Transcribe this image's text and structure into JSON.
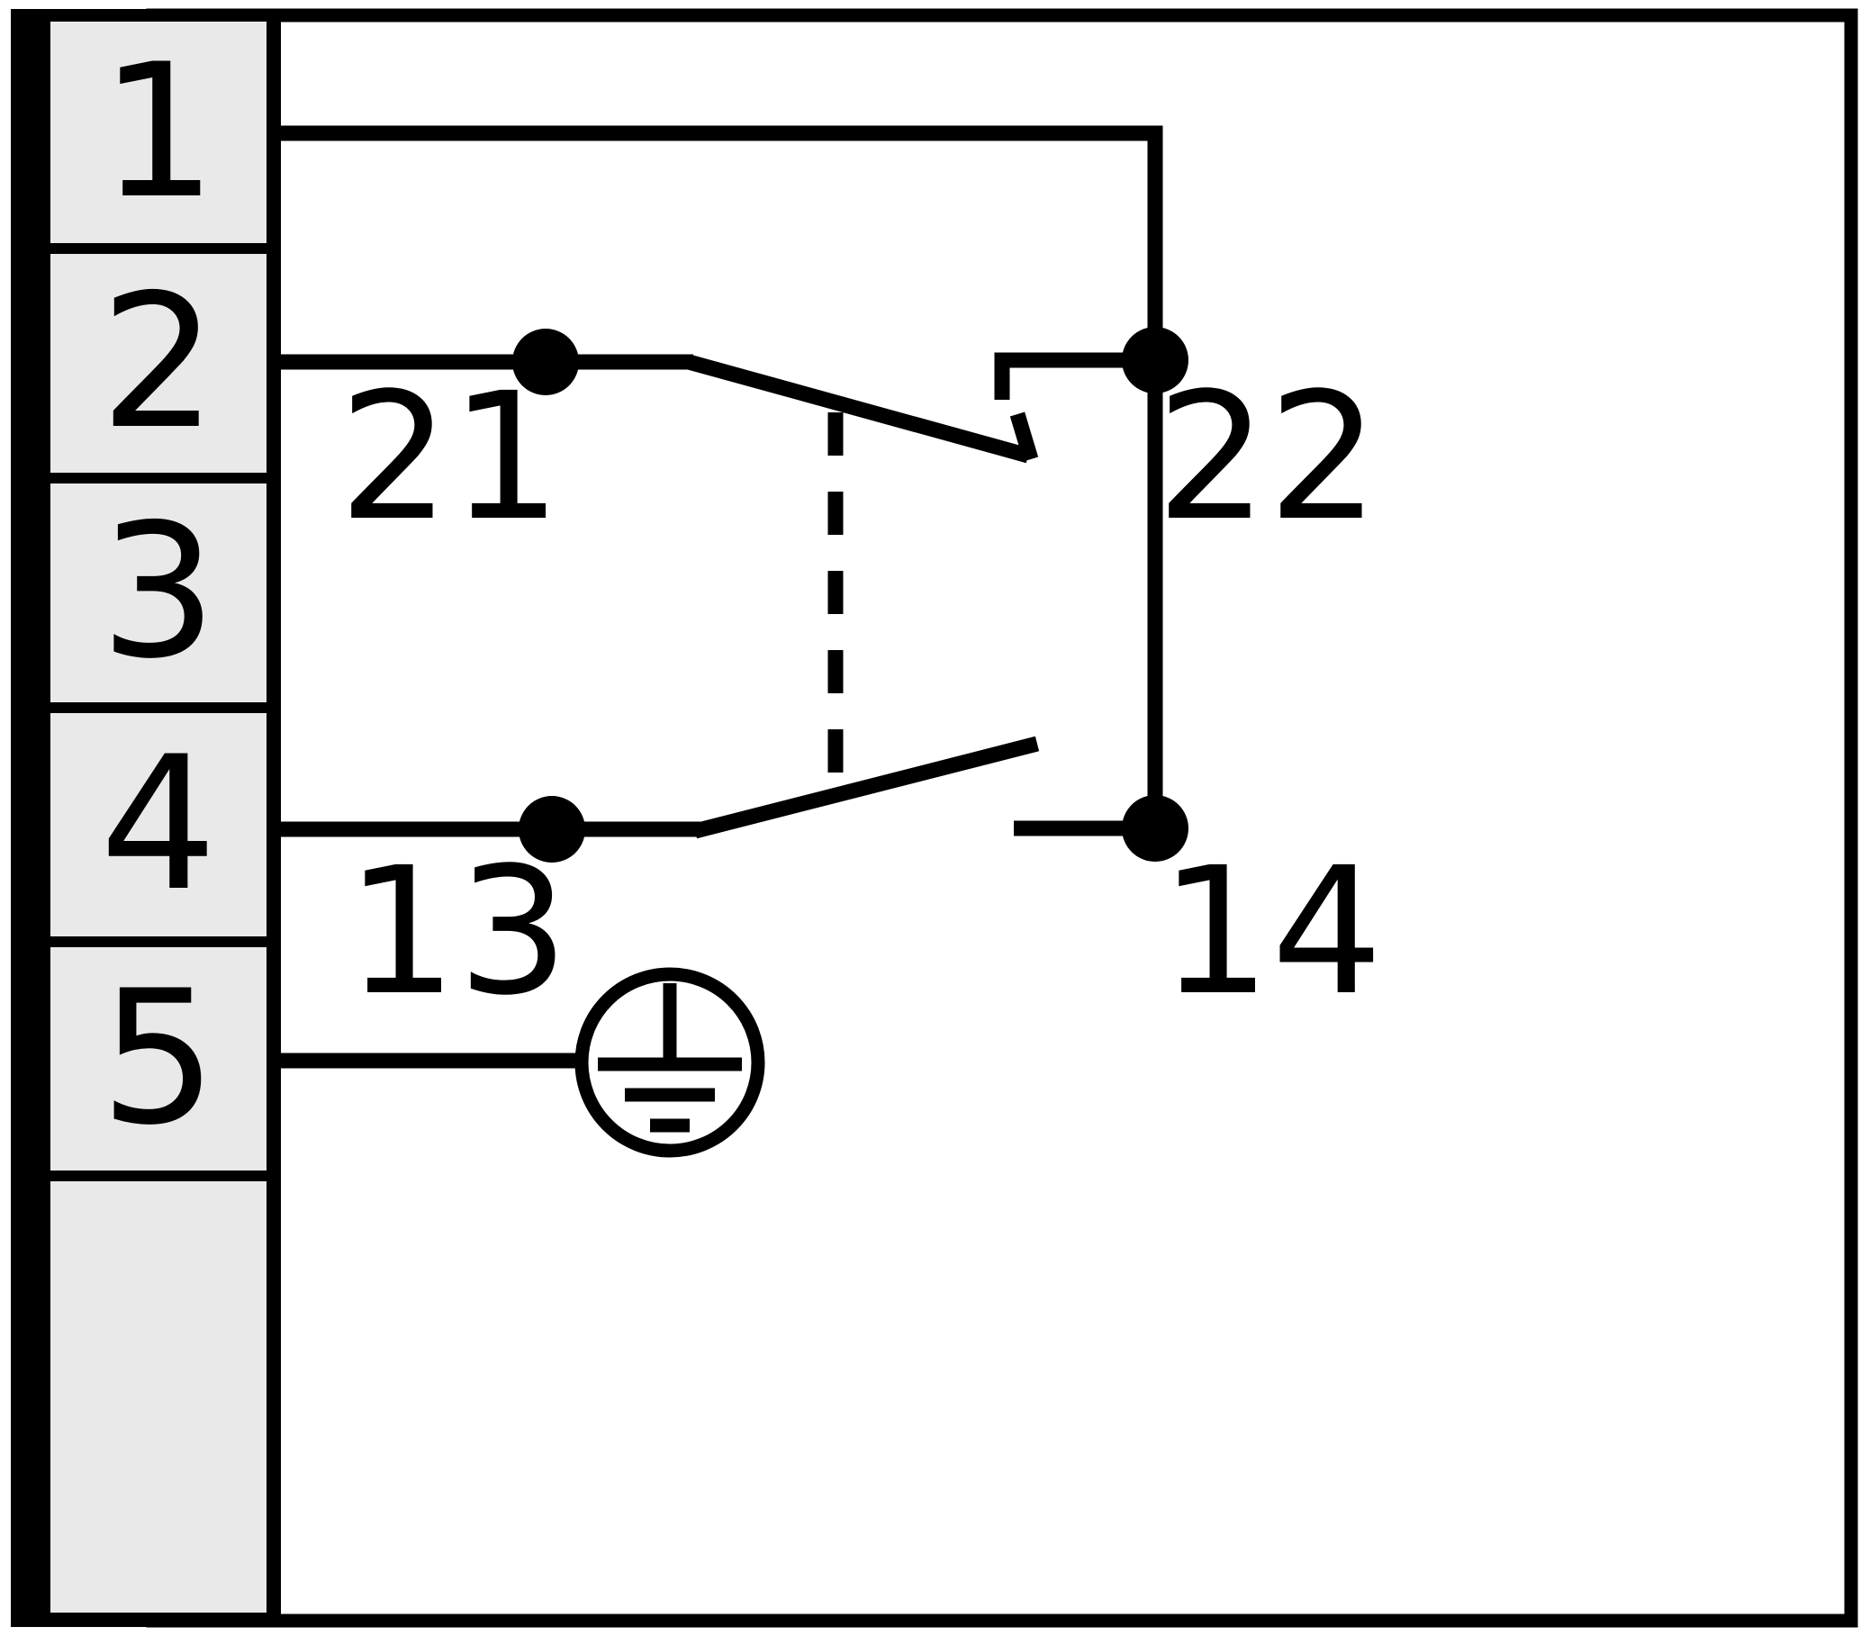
{
  "terminal_block": {
    "pins": [
      {
        "label": "1"
      },
      {
        "label": "2"
      },
      {
        "label": "3"
      },
      {
        "label": "4"
      },
      {
        "label": "5"
      }
    ]
  },
  "contacts": {
    "nc": {
      "left_label": "21",
      "right_label": "22"
    },
    "no": {
      "left_label": "13",
      "right_label": "14"
    }
  },
  "connections": [
    "pin 1 to common rail of contacts 22 and 14",
    "pin 2 to contact 21 (NC contact 21-22, shown closed)",
    "pin 4 to contact 13 (NO contact 13-14, shown open)",
    "pin 5 to protective earth",
    "dashed line: mechanical link between both contact blades"
  ],
  "icons": {
    "protective_earth": "protective-earth-ground-icon",
    "junction_dot": "junction-dot"
  },
  "colors": {
    "line": "#000000",
    "terminal_fill": "#e9e9e9",
    "background": "#ffffff"
  }
}
